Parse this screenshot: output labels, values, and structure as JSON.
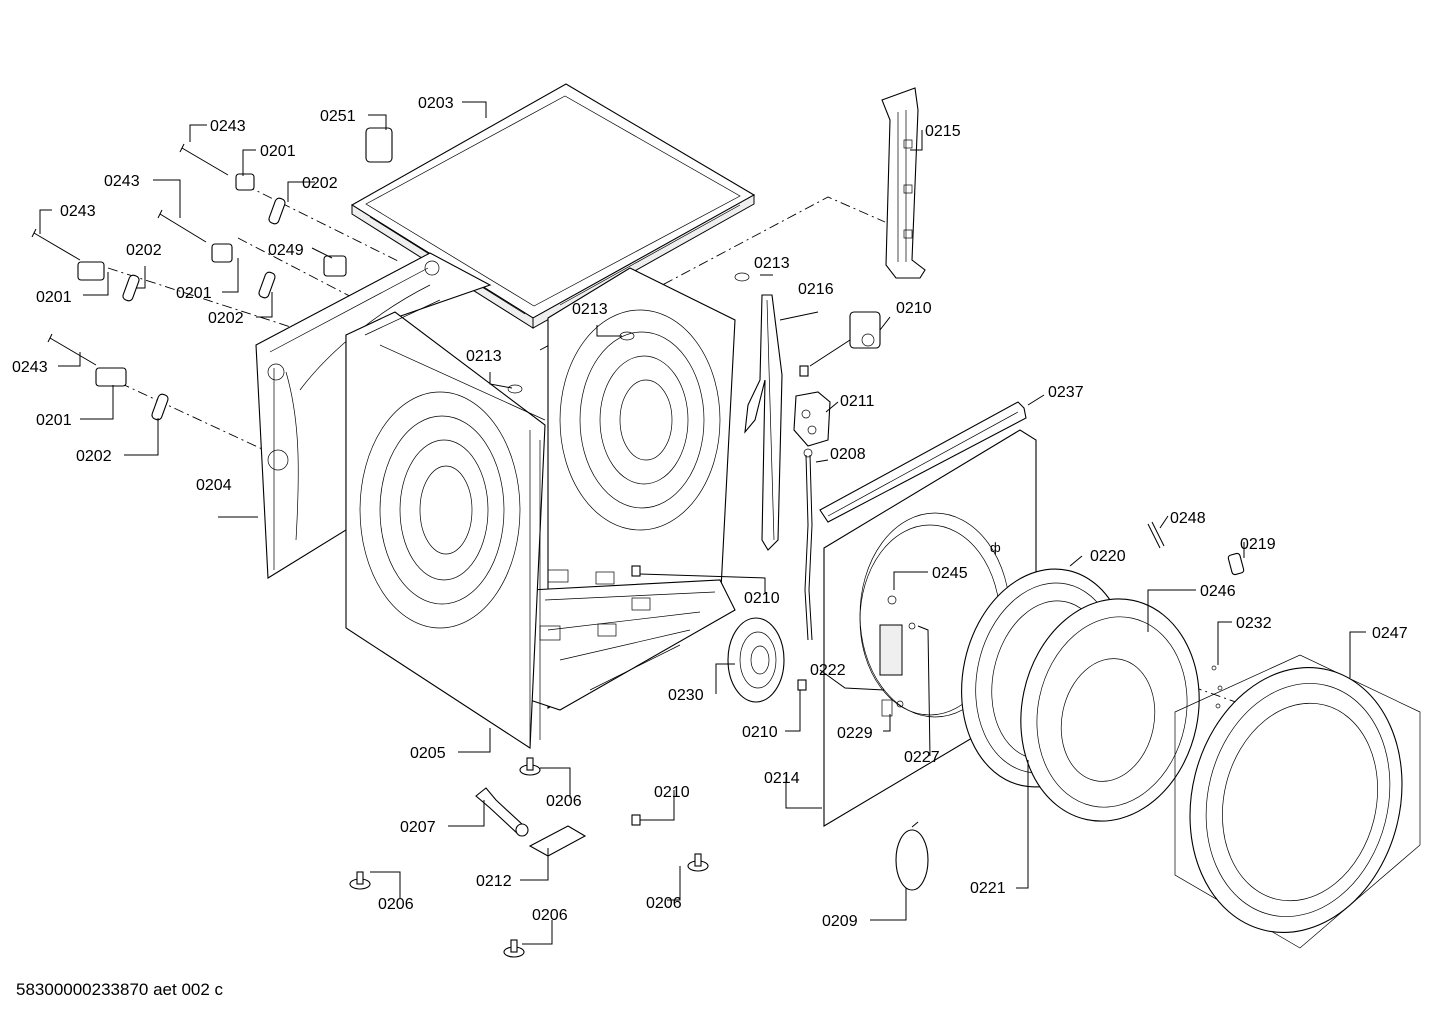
{
  "document_reference": "58300000233870 aet 002 c",
  "parts": [
    {
      "id": "p0203",
      "label": "0203"
    },
    {
      "id": "p0251",
      "label": "0251"
    },
    {
      "id": "p0243a",
      "label": "0243"
    },
    {
      "id": "p0201a",
      "label": "0201"
    },
    {
      "id": "p0243b",
      "label": "0243"
    },
    {
      "id": "p0202a",
      "label": "0202"
    },
    {
      "id": "p0243c",
      "label": "0243"
    },
    {
      "id": "p0202b",
      "label": "0202"
    },
    {
      "id": "p0249",
      "label": "0249"
    },
    {
      "id": "p0201b",
      "label": "0201"
    },
    {
      "id": "p0201c",
      "label": "0201"
    },
    {
      "id": "p0202c",
      "label": "0202"
    },
    {
      "id": "p0243d",
      "label": "0243"
    },
    {
      "id": "p0201d",
      "label": "0201"
    },
    {
      "id": "p0202d",
      "label": "0202"
    },
    {
      "id": "p0204",
      "label": "0204"
    },
    {
      "id": "p0213a",
      "label": "0213"
    },
    {
      "id": "p0213b",
      "label": "0213"
    },
    {
      "id": "p0213c",
      "label": "0213"
    },
    {
      "id": "p0215",
      "label": "0215"
    },
    {
      "id": "p0216",
      "label": "0216"
    },
    {
      "id": "p0210a",
      "label": "0210"
    },
    {
      "id": "p0211",
      "label": "0211"
    },
    {
      "id": "p0237",
      "label": "0237"
    },
    {
      "id": "p0208",
      "label": "0208"
    },
    {
      "id": "p0210b",
      "label": "0210"
    },
    {
      "id": "p0230",
      "label": "0230"
    },
    {
      "id": "p0205",
      "label": "0205"
    },
    {
      "id": "p0206a",
      "label": "0206"
    },
    {
      "id": "p0210c",
      "label": "0210"
    },
    {
      "id": "p0222",
      "label": "0222"
    },
    {
      "id": "p0229",
      "label": "0229"
    },
    {
      "id": "p0245",
      "label": "0245"
    },
    {
      "id": "p0227",
      "label": "0227"
    },
    {
      "id": "p0214",
      "label": "0214"
    },
    {
      "id": "p0210d",
      "label": "0210"
    },
    {
      "id": "p0207",
      "label": "0207"
    },
    {
      "id": "p0212",
      "label": "0212"
    },
    {
      "id": "p0206b",
      "label": "0206"
    },
    {
      "id": "p0206c",
      "label": "0206"
    },
    {
      "id": "p0206d",
      "label": "0206"
    },
    {
      "id": "p0209",
      "label": "0209"
    },
    {
      "id": "p0248",
      "label": "0248"
    },
    {
      "id": "p0219",
      "label": "0219"
    },
    {
      "id": "p0220",
      "label": "0220"
    },
    {
      "id": "p0246",
      "label": "0246"
    },
    {
      "id": "p0232",
      "label": "0232"
    },
    {
      "id": "p0247",
      "label": "0247"
    },
    {
      "id": "p0221",
      "label": "0221"
    }
  ]
}
